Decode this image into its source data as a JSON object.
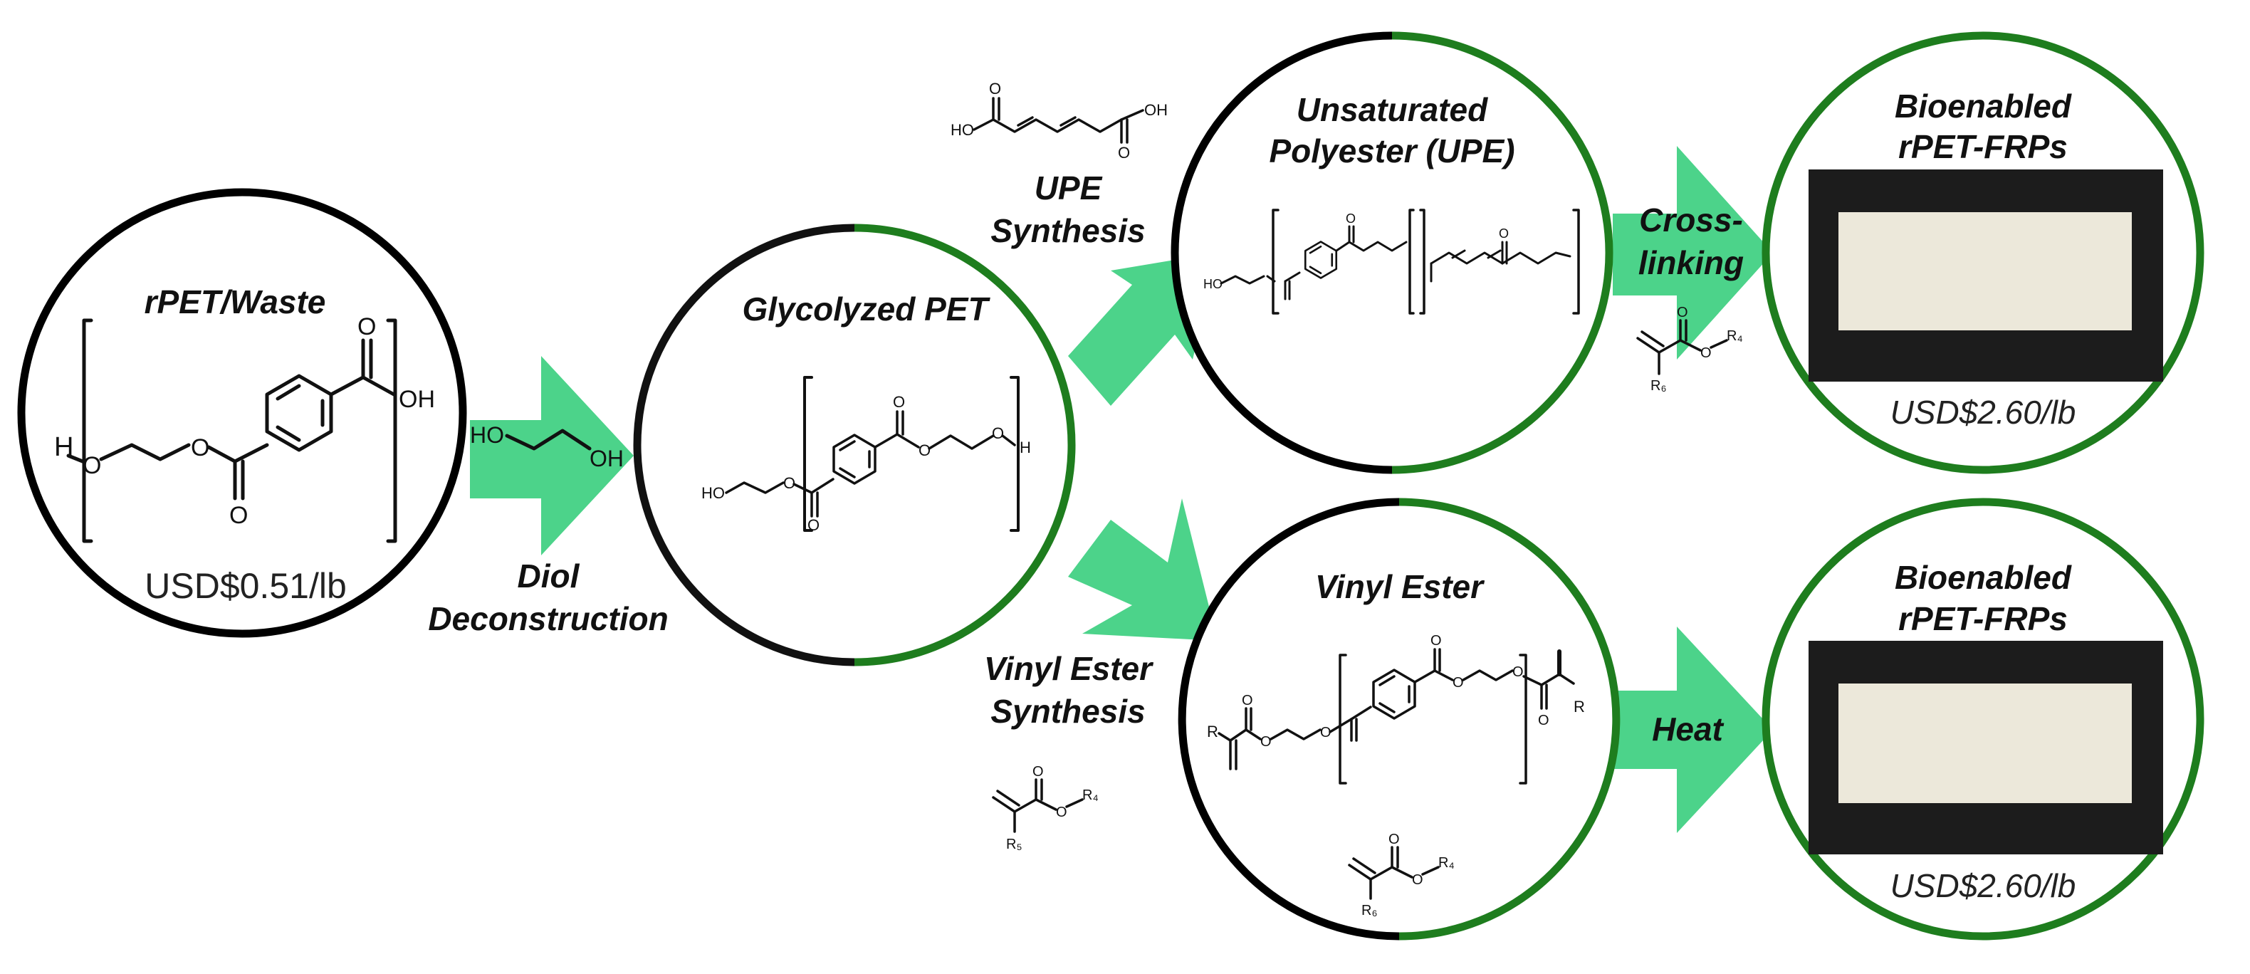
{
  "colors": {
    "arrow_green": "#4CD38A",
    "ring_green": "#1E7D1E",
    "ring_black": "#000000",
    "photo_dark": "#1c1c1c",
    "panel_cream": "#ece8da"
  },
  "nodes": {
    "rpet": {
      "title": "rPET/Waste",
      "price": "USD$0.51/lb"
    },
    "glycolyzed": {
      "title": "Glycolyzed PET"
    },
    "upe": {
      "title_line1": "Unsaturated",
      "title_line2": "Polyester (UPE)"
    },
    "vinyl": {
      "title": "Vinyl Ester"
    },
    "frp_top": {
      "title_line1": "Bioenabled",
      "title_line2": "rPET-FRPs",
      "price": "USD$2.60/lb"
    },
    "frp_bottom": {
      "title_line1": "Bioenabled",
      "title_line2": "rPET-FRPs",
      "price": "USD$2.60/lb"
    }
  },
  "steps": {
    "diol_line1": "Diol",
    "diol_line2": "Deconstruction",
    "upe_line1": "UPE",
    "upe_line2": "Synthesis",
    "ve_line1": "Vinyl Ester",
    "ve_line2": "Synthesis",
    "cross_line1": "Cross-",
    "cross_line2": "linking",
    "heat": "Heat"
  },
  "atoms": {
    "O": "O",
    "OH": "OH",
    "HO": "HO",
    "H": "H",
    "R4": "R₄",
    "R5": "R₅",
    "R6": "R₆",
    "R": "R"
  }
}
